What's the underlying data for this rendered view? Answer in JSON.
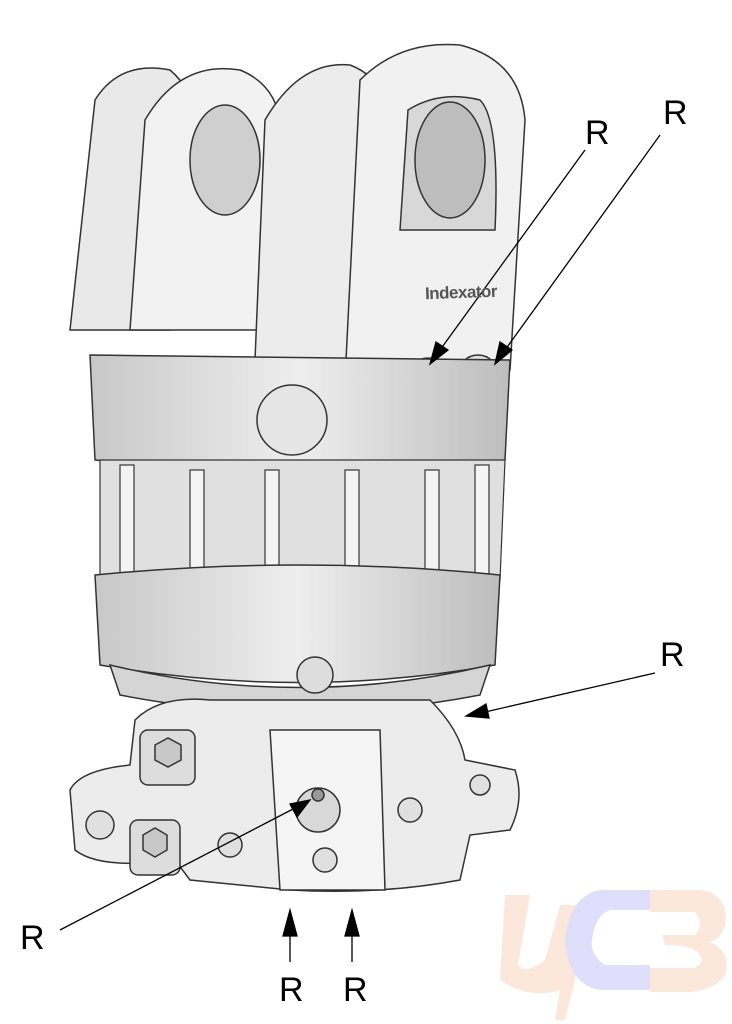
{
  "diagram": {
    "subject": "rotator",
    "brand_label": "Indexator",
    "callouts": [
      {
        "id": "bolt-left",
        "label": "R"
      },
      {
        "id": "bolt-right",
        "label": "R"
      },
      {
        "id": "housing-right",
        "label": "R"
      },
      {
        "id": "port-front",
        "label": "R"
      },
      {
        "id": "bottom-left",
        "label": "R"
      },
      {
        "id": "bottom-right",
        "label": "R"
      }
    ]
  },
  "watermark": {
    "text": "ЦСВ",
    "colors": [
      "#fbe6d6",
      "#dcdcfb"
    ]
  }
}
